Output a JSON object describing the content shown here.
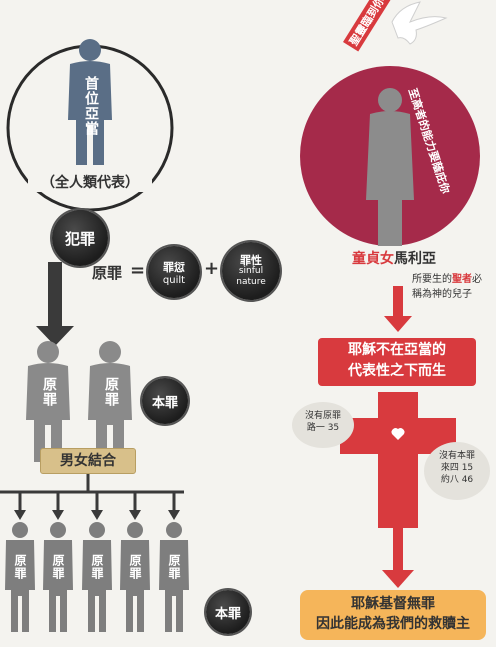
{
  "left": {
    "adam_label": "首位亞當",
    "adam_caption": "（全人類代表）",
    "sin_ball": "犯罪",
    "original_sin_label": "原罪",
    "equals": "=",
    "plus": "+",
    "guilt": {
      "zh": "罪愆",
      "en": "quilt"
    },
    "nature": {
      "zh": "罪性",
      "en1": "sinful",
      "en2": "nature"
    },
    "parents": [
      "原罪",
      "原罪"
    ],
    "actual_sin_ball": "本罪",
    "union_label": "男女結合",
    "children": [
      "原罪",
      "原罪",
      "原罪",
      "原罪",
      "原罪"
    ],
    "actual_sin_ball2": "本罪"
  },
  "right": {
    "mary_label_red": "童貞女",
    "mary_label_dark": "馬利亞",
    "arc_left": "聖靈臨到你身上",
    "arc_right": "至高者的能力要蔭庇你",
    "caption_a": "所要生的",
    "caption_holy": "聖者",
    "caption_b": "必",
    "caption_line2": "稱為神的兒子",
    "box1_line1": "耶穌不在亞當的",
    "box1_line2": "代表性之下而生",
    "bubble1_title": "沒有原罪",
    "bubble1_ref": "路一 35",
    "bubble2_title": "沒有本罪",
    "bubble2_ref1": "來四 15",
    "bubble2_ref2": "約八 46",
    "final_line1": "耶穌基督無罪",
    "final_line2": "因此能成為我們的救贖主"
  },
  "colors": {
    "red": "#d83a3e",
    "maroon": "#a52a4a",
    "slate": "#5a6e86",
    "orange": "#f5b55a"
  }
}
